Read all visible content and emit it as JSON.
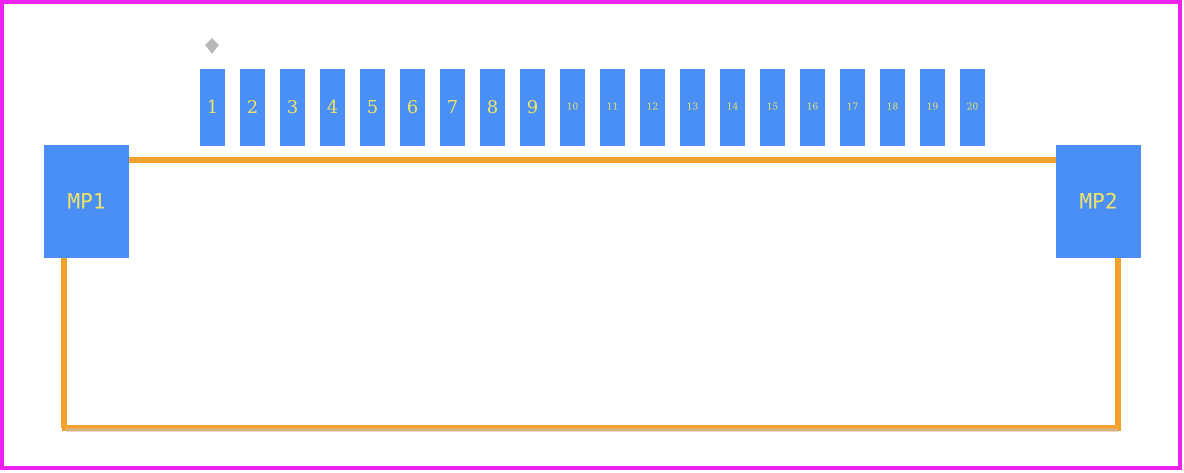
{
  "colors": {
    "background": "#ffffff",
    "border": "#ee22ee",
    "pad": "#4a8ff5",
    "pad_label": "#ece26a",
    "silkscreen": "#f4a22e",
    "courtyard_bottom": "#d6b48a",
    "pin1_marker": "#b8b8b8"
  },
  "pin1_marker_icon": "diamond-icon",
  "signal_pads": [
    {
      "label": "1"
    },
    {
      "label": "2"
    },
    {
      "label": "3"
    },
    {
      "label": "4"
    },
    {
      "label": "5"
    },
    {
      "label": "6"
    },
    {
      "label": "7"
    },
    {
      "label": "8"
    },
    {
      "label": "9"
    },
    {
      "label": "10"
    },
    {
      "label": "11"
    },
    {
      "label": "12"
    },
    {
      "label": "13"
    },
    {
      "label": "14"
    },
    {
      "label": "15"
    },
    {
      "label": "16"
    },
    {
      "label": "17"
    },
    {
      "label": "18"
    },
    {
      "label": "19"
    },
    {
      "label": "20"
    }
  ],
  "mounting_pads": [
    {
      "label": "MP1"
    },
    {
      "label": "MP2"
    }
  ]
}
